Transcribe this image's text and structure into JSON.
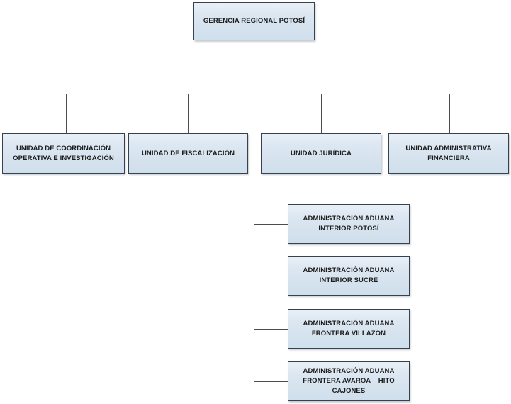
{
  "org_chart": {
    "title": "GERENCIA REGIONAL POTOSÍ",
    "root": {
      "label": "GERENCIA REGIONAL POTOSÍ"
    },
    "units": [
      {
        "label": "UNIDAD DE COORDINACIÓN OPERATIVA E INVESTIGACIÓN"
      },
      {
        "label": "UNIDAD DE FISCALIZACIÓN"
      },
      {
        "label": "UNIDAD JURÍDICA"
      },
      {
        "label": "UNIDAD ADMINISTRATIVA FINANCIERA"
      }
    ],
    "administrations": [
      {
        "label": "ADMINISTRACIÓN ADUANA INTERIOR POTOSÍ"
      },
      {
        "label": "ADMINISTRACIÓN ADUANA INTERIOR SUCRE"
      },
      {
        "label": "ADMINISTRACIÓN ADUANA FRONTERA VILLAZON"
      },
      {
        "label": "ADMINISTRACIÓN ADUANA FRONTERA AVAROA – HITO CAJONES"
      }
    ],
    "colors": {
      "box_fill_top": "#e9f0f7",
      "box_fill_bottom": "#cfdfec",
      "box_border": "#39414e",
      "connector": "#4d4d4d",
      "text": "#1c1c1c",
      "background": "#ffffff"
    }
  }
}
